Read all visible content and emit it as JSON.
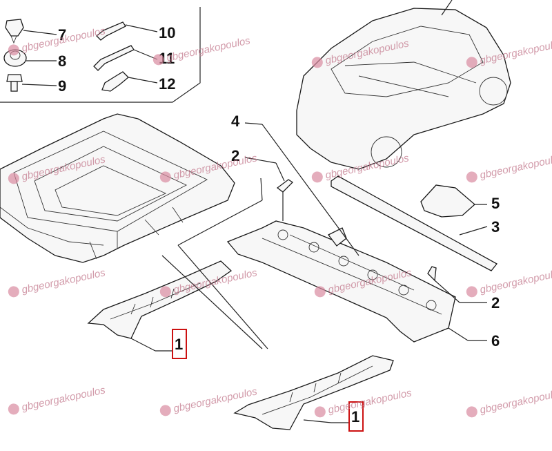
{
  "watermark": {
    "text": "gbgeorgakopoulos",
    "color": "#c47a8e"
  },
  "callouts": {
    "c7": "7",
    "c8": "8",
    "c9": "9",
    "c10": "10",
    "c11": "11",
    "c12": "12",
    "c4": "4",
    "c2a": "2",
    "c5": "5",
    "c3": "3",
    "c2b": "2",
    "c6": "6",
    "c1a": "1",
    "c1b": "1"
  },
  "highlight_color": "#cc1111"
}
